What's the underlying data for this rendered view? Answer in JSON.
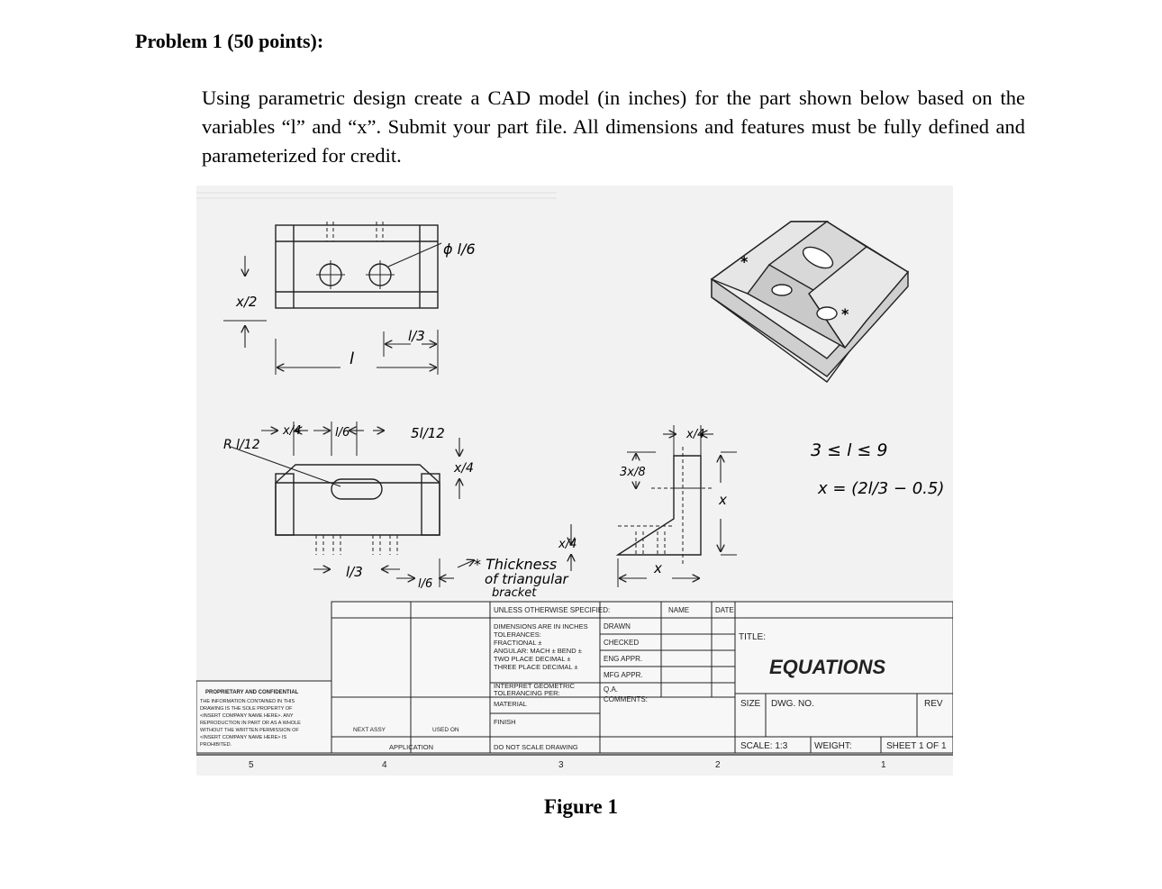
{
  "problem": {
    "title": "Problem 1 (50 points):",
    "text": "Using parametric design create a CAD model (in inches) for the part shown below based on the variables “l” and “x”. Submit your part file. All dimensions and features must be fully defined and parameterized for credit."
  },
  "drawing": {
    "top_view": {
      "dim_x_half": "x/2",
      "dim_l": "l",
      "dim_l_third": "l/3",
      "dim_hole_dia": "ϕ l/6"
    },
    "front_view": {
      "dim_radius": "R l/12",
      "dim_x_quarter": "x/4",
      "dim_l_sixth": "l/6",
      "dim_5l_12": "5l/12",
      "dim_x_quarter_right": "x/4",
      "dim_l_third_bottom": "l/3",
      "dim_l_sixth_bottom": "l/6",
      "thickness_note_1": "* Thickness",
      "thickness_note_2": "of triangular",
      "thickness_note_3": "bracket"
    },
    "side_view": {
      "dim_x_quarter_top": "x/4",
      "dim_3x_8": "3x/8",
      "dim_x": "x",
      "dim_x_quarter_side": "x/4",
      "dim_x_bottom": "x"
    },
    "equations": {
      "line1": "3 ≤ l ≤ 9",
      "line2": "x = (2l/3 − 0.5)"
    },
    "iso_marks": {
      "star1": "*",
      "star2": "*"
    }
  },
  "title_block": {
    "unless": "UNLESS OTHERWISE SPECIFIED:",
    "name": "NAME",
    "date": "DATE",
    "dims1": "DIMENSIONS ARE IN INCHES",
    "dims2": "TOLERANCES:",
    "dims3": "FRACTIONAL ±",
    "dims4": "ANGULAR: MACH ±   BEND ±",
    "dims5": "TWO PLACE DECIMAL   ±",
    "dims6": "THREE PLACE DECIMAL   ±",
    "drawn": "DRAWN",
    "checked": "CHECKED",
    "eng_appr": "ENG APPR.",
    "mfg_appr": "MFG APPR.",
    "qa": "Q.A.",
    "comments": "COMMENTS:",
    "interpret1": "INTERPRET GEOMETRIC",
    "interpret2": "TOLERANCING PER:",
    "material": "MATERIAL",
    "finish": "FINISH",
    "title_label": "TITLE:",
    "title_value": "EQUATIONS",
    "size": "SIZE",
    "dwg_no": "DWG.  NO.",
    "rev": "REV",
    "scale": "SCALE: 1:3",
    "weight": "WEIGHT:",
    "sheet": "SHEET 1 OF 1",
    "next_assy": "NEXT ASSY",
    "used_on": "USED ON",
    "application": "APPLICATION",
    "do_not_scale": "DO NOT SCALE DRAWING",
    "prop1": "PROPRIETARY AND CONFIDENTIAL",
    "prop2": "THE INFORMATION CONTAINED IN THIS",
    "prop3": "DRAWING IS THE SOLE PROPERTY OF",
    "prop4": "<INSERT COMPANY NAME HERE>. ANY",
    "prop5": "REPRODUCTION IN PART OR AS A WHOLE",
    "prop6": "WITHOUT THE WRITTEN PERMISSION OF",
    "prop7": "<INSERT COMPANY NAME HERE> IS",
    "prop8": "PROHIBITED.",
    "zone5": "5",
    "zone4": "4",
    "zone3": "3",
    "zone2": "2",
    "zone1": "1"
  },
  "figure_caption": "Figure 1"
}
